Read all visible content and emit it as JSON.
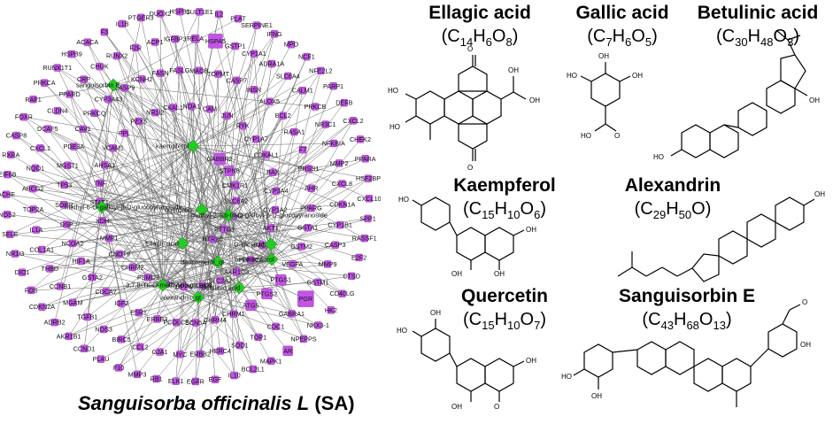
{
  "caption": {
    "species": "Sanguisorba officinalis L",
    "abbr": "(SA)"
  },
  "compounds": [
    {
      "name": "sanguisorbin E"
    },
    {
      "name": "kaempferol"
    },
    {
      "name": "methyl-6-O-galloyl-β-D-glucopyranoside"
    },
    {
      "name": "quercetin"
    },
    {
      "name": "methyl-2,3,6-tri-O-galloyl-β-D-glucopyranoside"
    },
    {
      "name": "Ellagic acid"
    },
    {
      "name": "Gallic acid"
    },
    {
      "name": "betasitosterol"
    },
    {
      "name": "daucosterol_qt"
    },
    {
      "name": "betulinic acid"
    },
    {
      "name": "3,7,8-Tri-O-methylellagic acid"
    },
    {
      "name": "alexandrin_qt"
    }
  ],
  "targets": [
    "MAPK1",
    "BCL2L1",
    "IL10",
    "EGF",
    "EGFR",
    "ELK1",
    "RB1",
    "MMP3",
    "F10",
    "PLAU",
    "CCND1",
    "AKR1B1",
    "ADRB2",
    "CDKN2A",
    "FOS",
    "DIO1",
    "NR1I3",
    "SELE",
    "NOS2",
    "ACHE",
    "EIF6B",
    "RXRA",
    "CASP8",
    "FOXR",
    "RAF1",
    "PRKCA",
    "RUNX1T1",
    "HSPB9",
    "ACACA",
    "F3",
    "IL1B",
    "PTGER3",
    "DUOX2",
    "HSPB1",
    "SULT1E1",
    "IL2",
    "PLAT",
    "SERPINE1",
    "IFNG",
    "MPO",
    "NCF1",
    "NFE2L2",
    "PARP1",
    "DEFB",
    "CXCL2",
    "CHEK2",
    "PPARA",
    "HSF2BP",
    "CXCL10",
    "SPP1",
    "RASSF1",
    "E2F2",
    "CTSD",
    "CD40LG",
    "HK2",
    "NKX3-1",
    "NPEPPS",
    "AR",
    "PGR",
    "GABRA1",
    "CDC1",
    "TOP1",
    "SOD1",
    "HERC4",
    "ERBB2",
    "MYC",
    "GJA1",
    "CCL2",
    "BIRC5",
    "NOS3",
    "TGFB1",
    "MGAM",
    "CCNB1",
    "THBD",
    "COL1A1",
    "IL1A",
    "TOP2A",
    "ABCG2",
    "NQO1",
    "CXCL1",
    "DCAF5",
    "CLDN4",
    "PPARD",
    "CRP",
    "CHUK",
    "RUNX2",
    "F2R",
    "ACP1",
    "IGFBP3",
    "RELA",
    "HSPA5",
    "GSTP1",
    "CYP1A1",
    "ADRA1A",
    "SLC6A4",
    "CALM1",
    "PRKCB",
    "NR3C1",
    "NFKBIA",
    "MMP2",
    "CXCL8",
    "CDKN1A",
    "CYP1B1",
    "CASP3",
    "MMP9",
    "GSTM1",
    "GSTA1",
    "GSTM2",
    "VEGFA",
    "PTGS1",
    "PTGS2",
    "ATG5",
    "CHRM1",
    "CHRM4",
    "SCN5A",
    "PCOLCE",
    "ERBB3",
    "ESR1",
    "IGF2",
    "CDCA7",
    "GSTA2",
    "HIF1A",
    "NCOA2",
    "DSP",
    "SOPR",
    "TP53",
    "MGST1",
    "PDE3A",
    "CAV1",
    "PRKCQ",
    "CYP3A43",
    "CASP9",
    "KCNH2",
    "FASN",
    "FASLG",
    "MAOB",
    "TOPMT",
    "CASP7",
    "INSR",
    "ALOX5",
    "BCL2",
    "RASA1",
    "F7",
    "PRSS1",
    "AHR",
    "PPARG",
    "BAX",
    "CYP3A4",
    "CYP1A2",
    "AKT1",
    "HMOX1",
    "PPP3CA",
    "AKR1C3",
    "SLC2A2",
    "IKBKB",
    "DPP4",
    "HAS2",
    "PSMD3",
    "CHRM2",
    "CNOT9",
    "MMP1",
    "XDH",
    "STAT1",
    "TNF",
    "AHSA1",
    "VCAM1",
    "PPL",
    "PEX5",
    "NR1I2",
    "CKAL1",
    "NOA1",
    "CAM",
    "JUN",
    "RYK",
    "CYP1A7",
    "CDKAL1",
    "GABBR2",
    "STPN8",
    "CMK1R1",
    "SLC6A2",
    "MAPK8",
    "PTTG1",
    "HTR2C"
  ],
  "structures": [
    {
      "name": "Ellagic acid",
      "formula": [
        "C",
        "14",
        "H",
        "6",
        "O",
        "8"
      ]
    },
    {
      "name": "Gallic acid",
      "formula": [
        "C",
        "7",
        "H",
        "6",
        "O",
        "5"
      ]
    },
    {
      "name": "Betulinic acid",
      "formula": [
        "C",
        "30",
        "H",
        "48",
        "O",
        "3"
      ]
    },
    {
      "name": "Kaempferol",
      "formula": [
        "C",
        "15",
        "H",
        "10",
        "O",
        "6"
      ]
    },
    {
      "name": "Alexandrin",
      "formula": [
        "C",
        "29",
        "H",
        "50",
        "O",
        ""
      ]
    },
    {
      "name": "Quercetin",
      "formula": [
        "C",
        "15",
        "H",
        "10",
        "O",
        "7"
      ]
    },
    {
      "name": "Sanguisorbin E",
      "formula": [
        "C",
        "43",
        "H",
        "68",
        "O",
        "13"
      ]
    }
  ],
  "atoms": {
    "oh": "OH",
    "ho": "HO",
    "o": "O",
    "h": "H"
  },
  "colors": {
    "target": "#c355e6",
    "compound": "#22cc22",
    "edge": "#6a6a6a"
  }
}
